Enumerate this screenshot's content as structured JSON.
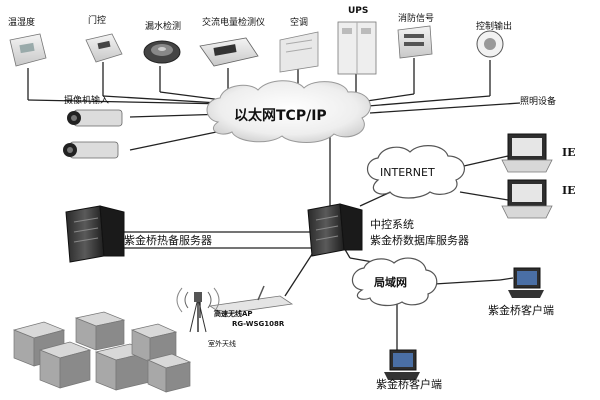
{
  "top_devices": [
    {
      "label": "温湿度"
    },
    {
      "label": "门控"
    },
    {
      "label": "漏水检测"
    },
    {
      "label": "交流电量检测仪"
    },
    {
      "label": "空调"
    },
    {
      "label": "UPS"
    },
    {
      "label": "消防信号"
    },
    {
      "label": "控制输出"
    }
  ],
  "camera_input": "摄像机输入",
  "lighting": "照明设备",
  "ethernet": "以太网TCP/IP",
  "internet": "INTERNET",
  "ie_clients": [
    "IE",
    "IE"
  ],
  "hot_standby_server": "紫金桥热备服务器",
  "central_system": "中控系统",
  "database_server": "紫金桥数据库服务器",
  "lan": "局域网",
  "clients": [
    "紫金桥客户端",
    "紫金桥客户端"
  ],
  "wireless_ap": "高速无线AP",
  "ap_model": "RG-WSG108R",
  "outdoor_antenna": "室外天线"
}
